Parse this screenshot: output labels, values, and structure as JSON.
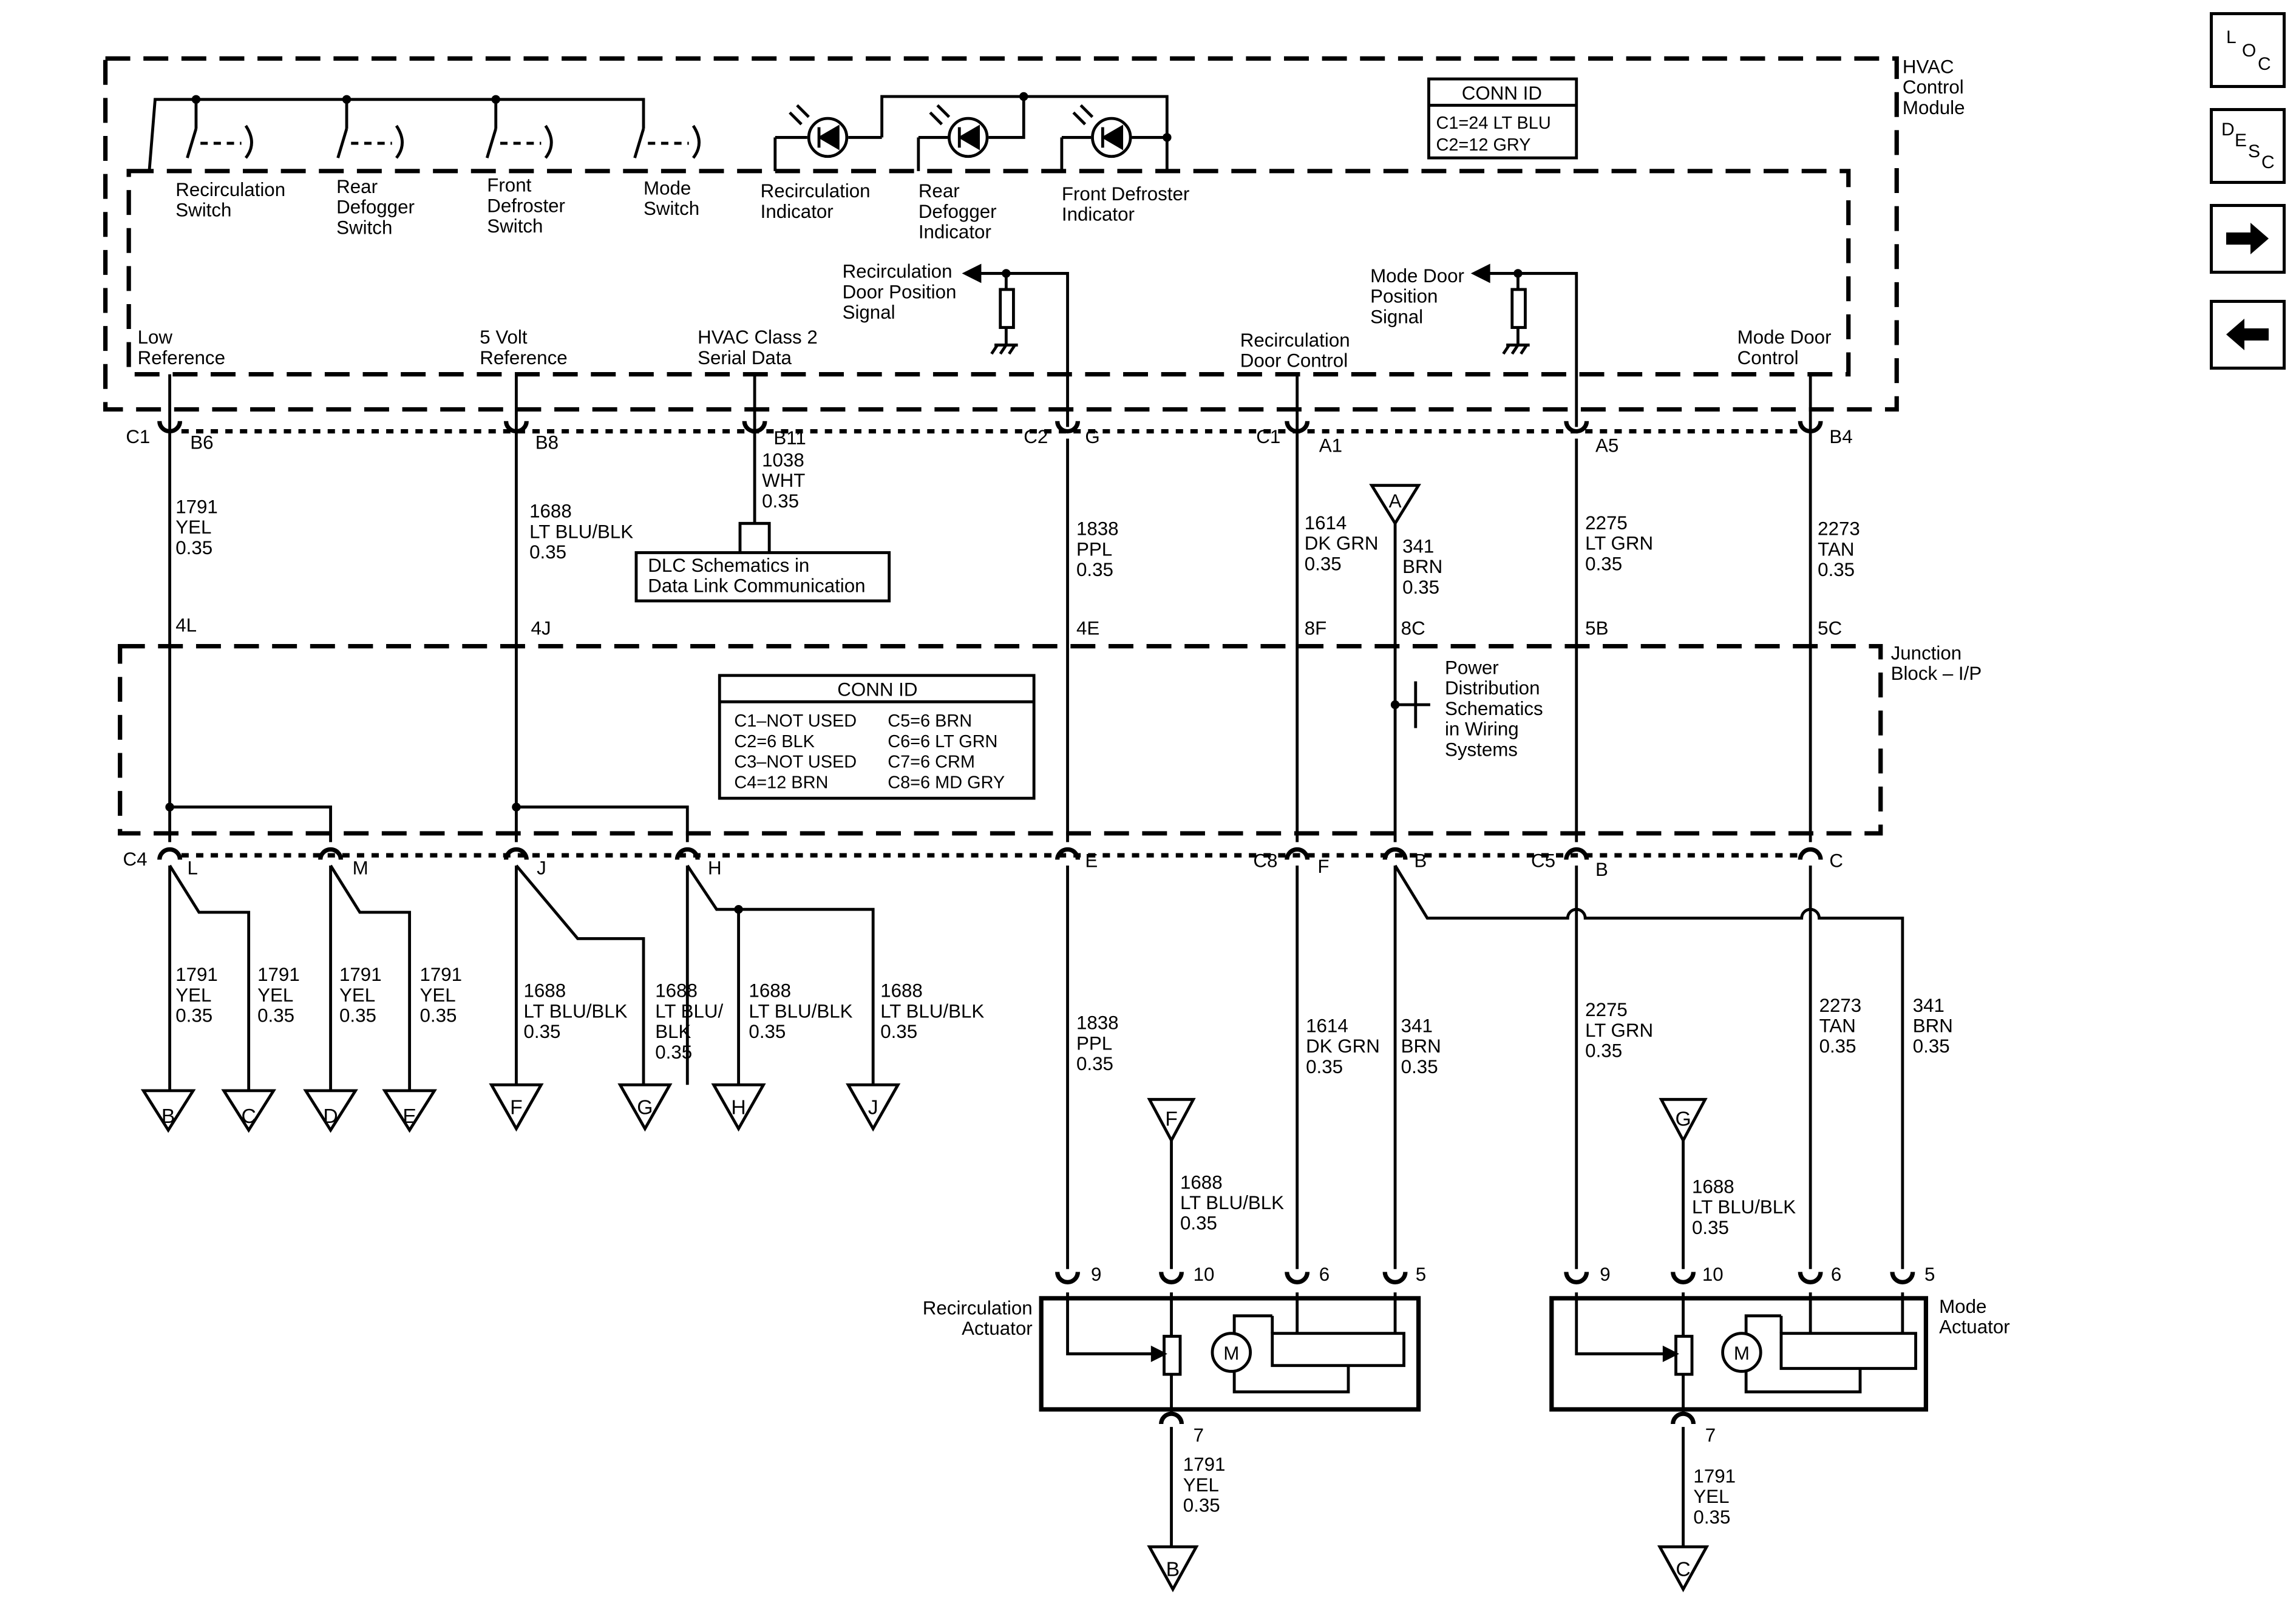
{
  "nav": [
    {
      "name": "loc-button",
      "letters": [
        "L",
        "O",
        "C"
      ]
    },
    {
      "name": "desc-button",
      "letters": [
        "D",
        "E",
        "S",
        "C"
      ]
    },
    {
      "name": "next-button",
      "icon": "arrow-right-icon"
    },
    {
      "name": "previous-button",
      "icon": "arrow-left-icon"
    }
  ],
  "hvac_module": {
    "title": [
      "HVAC",
      "Control",
      "Module"
    ],
    "conn_id": {
      "heading": "CONN ID",
      "lines": [
        "C1=24 LT BLU",
        "C2=12 GRY"
      ]
    },
    "switches": [
      [
        "Recirculation",
        "Switch"
      ],
      [
        "Rear",
        "Defogger",
        "Switch"
      ],
      [
        "Front",
        "Defroster",
        "Switch"
      ],
      [
        "Mode",
        "Switch"
      ]
    ],
    "indicators": [
      [
        "Recirculation",
        "Indicator"
      ],
      [
        "Rear",
        "Defogger",
        "Indicator"
      ],
      [
        "Front Defroster",
        "Indicator"
      ]
    ],
    "signals": {
      "recirc_position": [
        "Recirculation",
        "Door Position",
        "Signal"
      ],
      "mode_position": [
        "Mode Door",
        "Position",
        "Signal"
      ]
    },
    "circuits": {
      "low_ref": [
        "Low",
        "Reference"
      ],
      "five_volt": [
        "5 Volt",
        "Reference"
      ],
      "class2": [
        "HVAC Class 2",
        "Serial Data"
      ],
      "recirc_control": [
        "Recirculation",
        "Door Control"
      ],
      "mode_control": [
        "Mode Door",
        "Control"
      ]
    }
  },
  "top_connectors": {
    "c1": "C1",
    "c2": "C2",
    "b6": "B6",
    "b8": "B8",
    "b11": "B11",
    "g": "G",
    "a1": "A1",
    "a5": "A5",
    "b4": "B4"
  },
  "top_wires": {
    "w1791": [
      "1791",
      "YEL",
      "0.35"
    ],
    "w1688": [
      "1688",
      "LT BLU/BLK",
      "0.35"
    ],
    "w1038": [
      "1038",
      "WHT",
      "0.35"
    ],
    "w1838": [
      "1838",
      "PPL",
      "0.35"
    ],
    "w1614": [
      "1614",
      "DK GRN",
      "0.35"
    ],
    "w341": [
      "341",
      "BRN",
      "0.35"
    ],
    "w2275": [
      "2275",
      "LT GRN",
      "0.35"
    ],
    "w2273": [
      "2273",
      "TAN",
      "0.35"
    ]
  },
  "dlc_box": [
    "DLC Schematics in",
    "Data Link Communication"
  ],
  "junction_block": {
    "title": [
      "Junction",
      "Block – I/P"
    ],
    "conn_id": {
      "heading": "CONN ID",
      "left": [
        "C1–NOT USED",
        "C2=6 BLK",
        "C3–NOT USED",
        "C4=12 BRN"
      ],
      "right": [
        "C5=6 BRN",
        "C6=6 LT GRN",
        "C7=6 CRM",
        "C8=6 MD GRY"
      ]
    },
    "cavities": {
      "c4L": "4L",
      "c4J": "4J",
      "c4E": "4E",
      "c8F": "8F",
      "c8C": "8C",
      "c5B": "5B",
      "c5C": "5C"
    },
    "power_note": [
      "Power",
      "Distribution",
      "Schematics",
      "in Wiring",
      "Systems"
    ]
  },
  "bottom_connectors": {
    "c4": "C4",
    "c8": "C8",
    "c5": "C5",
    "L": "L",
    "M": "M",
    "J": "J",
    "H": "H",
    "E": "E",
    "F": "F",
    "B": "B",
    "B2": "B",
    "C": "C"
  },
  "bottom_wires": {
    "yel": [
      "1791",
      "YEL",
      "0.35"
    ],
    "blu": [
      "1688",
      "LT BLU/BLK",
      "0.35"
    ],
    "blu_split": [
      "1688",
      "LT BLU/",
      "BLK",
      "0.35"
    ],
    "ppl": [
      "1838",
      "PPL",
      "0.35"
    ],
    "dkgrn": [
      "1614",
      "DK GRN",
      "0.35"
    ],
    "brn": [
      "341",
      "BRN",
      "0.35"
    ],
    "ltgrn": [
      "2275",
      "LT GRN",
      "0.35"
    ],
    "tan": [
      "2273",
      "TAN",
      "0.35"
    ]
  },
  "offpage": {
    "A": "A",
    "B": "B",
    "C": "C",
    "D": "D",
    "E": "E",
    "F": "F",
    "G": "G",
    "H": "H",
    "J": "J"
  },
  "actuators": {
    "recirc_label": [
      "Recirculation",
      "Actuator"
    ],
    "mode_label": [
      "Mode",
      "Actuator"
    ],
    "pins": {
      "p9": "9",
      "p10": "10",
      "p6": "6",
      "p5": "5",
      "p7": "7"
    },
    "motor": "M"
  },
  "colors": {
    "line": "#000000",
    "background": "#ffffff"
  }
}
